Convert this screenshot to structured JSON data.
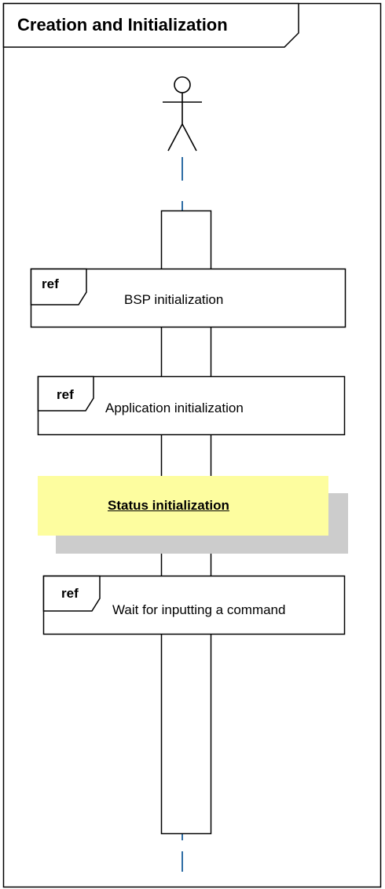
{
  "frame": {
    "title": "Creation and Initialization"
  },
  "refs": [
    {
      "tag": "ref",
      "label": "BSP initialization"
    },
    {
      "tag": "ref",
      "label": "Application initialization"
    },
    {
      "tag": "ref",
      "label": "Wait for inputting a command"
    }
  ],
  "note": {
    "label": "Status initialization",
    "fill": "#fdfd9f",
    "shadow": "#cccccc"
  },
  "colors": {
    "lifeline": "#2e6da4",
    "stroke": "#000000"
  }
}
